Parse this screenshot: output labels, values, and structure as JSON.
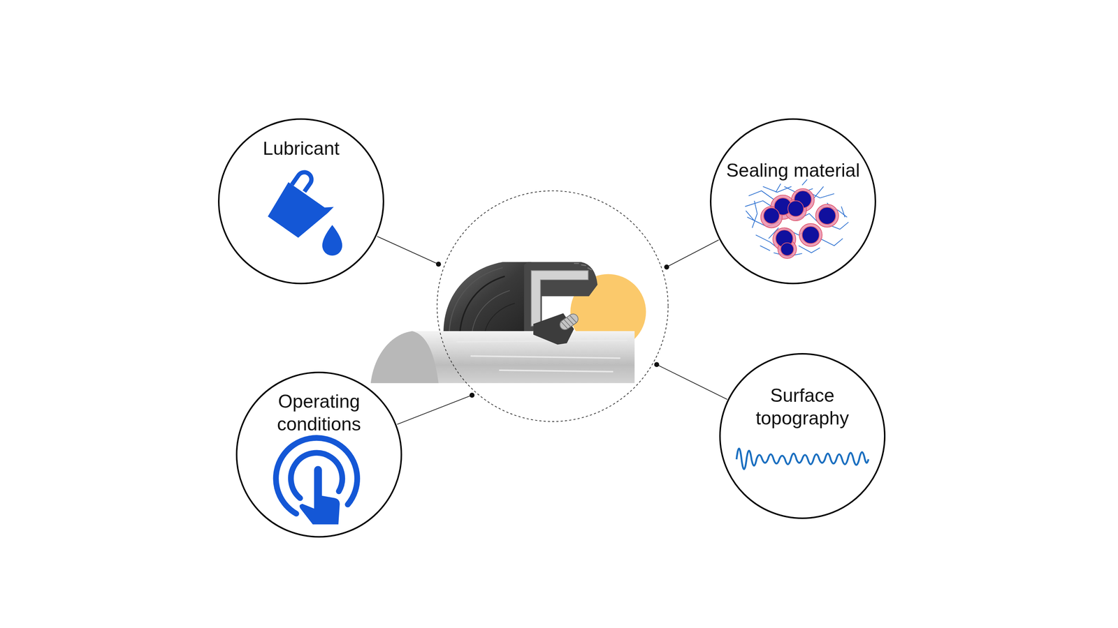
{
  "diagram": {
    "nodes": [
      {
        "text": [
          "Lubricant"
        ]
      },
      {
        "text": [
          "Sealing material"
        ]
      },
      {
        "text": [
          "Operating conditions"
        ]
      },
      {
        "text": [
          "Surface topography"
        ]
      }
    ]
  }
}
